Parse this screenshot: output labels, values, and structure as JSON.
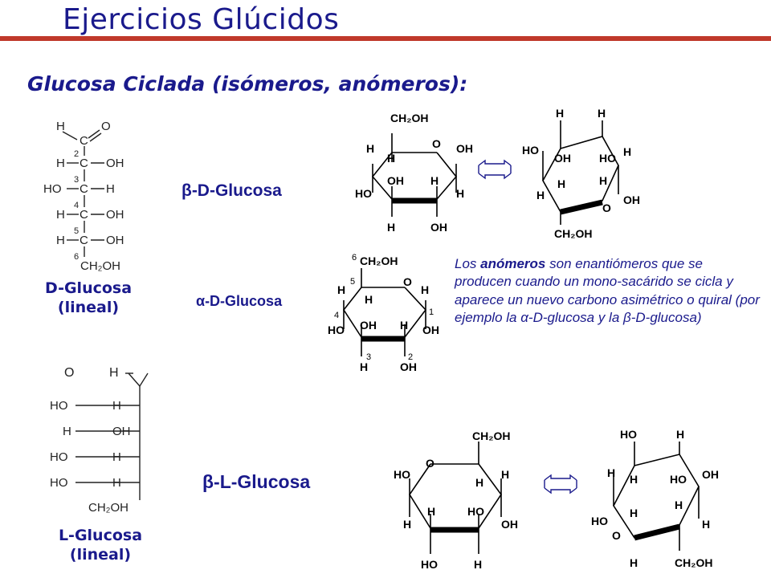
{
  "slide": {
    "title": "Ejercicios Glúcidos",
    "subtitle": "Glucosa Ciclada (isómeros, anómeros):"
  },
  "labels": {
    "d_glucose_line1": "D-Glucosa",
    "d_glucose_line2": "(lineal)",
    "l_glucose_line1": "L-Glucosa",
    "l_glucose_line2": "(lineal)",
    "beta_d": "β-D-Glucosa",
    "alpha_d": "α-D-Glucosa",
    "beta_l": "β-L-Glucosa"
  },
  "note": {
    "part1": "Los ",
    "bold": "anómeros",
    "part2": " son enantiómeros que se producen cuando un mono-sacárido se cicla y aparece un nuevo carbono asimétrico o quiral (por ejemplo la α-D-glucosa y la β-D-glucosa)"
  },
  "atoms": {
    "h": "H",
    "o": "O",
    "oh": "OH",
    "ho": "HO",
    "c": "C",
    "ch2oh": "CH₂OH",
    "n1": "1",
    "n2": "2",
    "n3": "3",
    "n4": "4",
    "n5": "5",
    "n6": "6"
  },
  "colors": {
    "title": "#1a1a8c",
    "rule": "#c0392b",
    "text": "#1a1a8c"
  }
}
